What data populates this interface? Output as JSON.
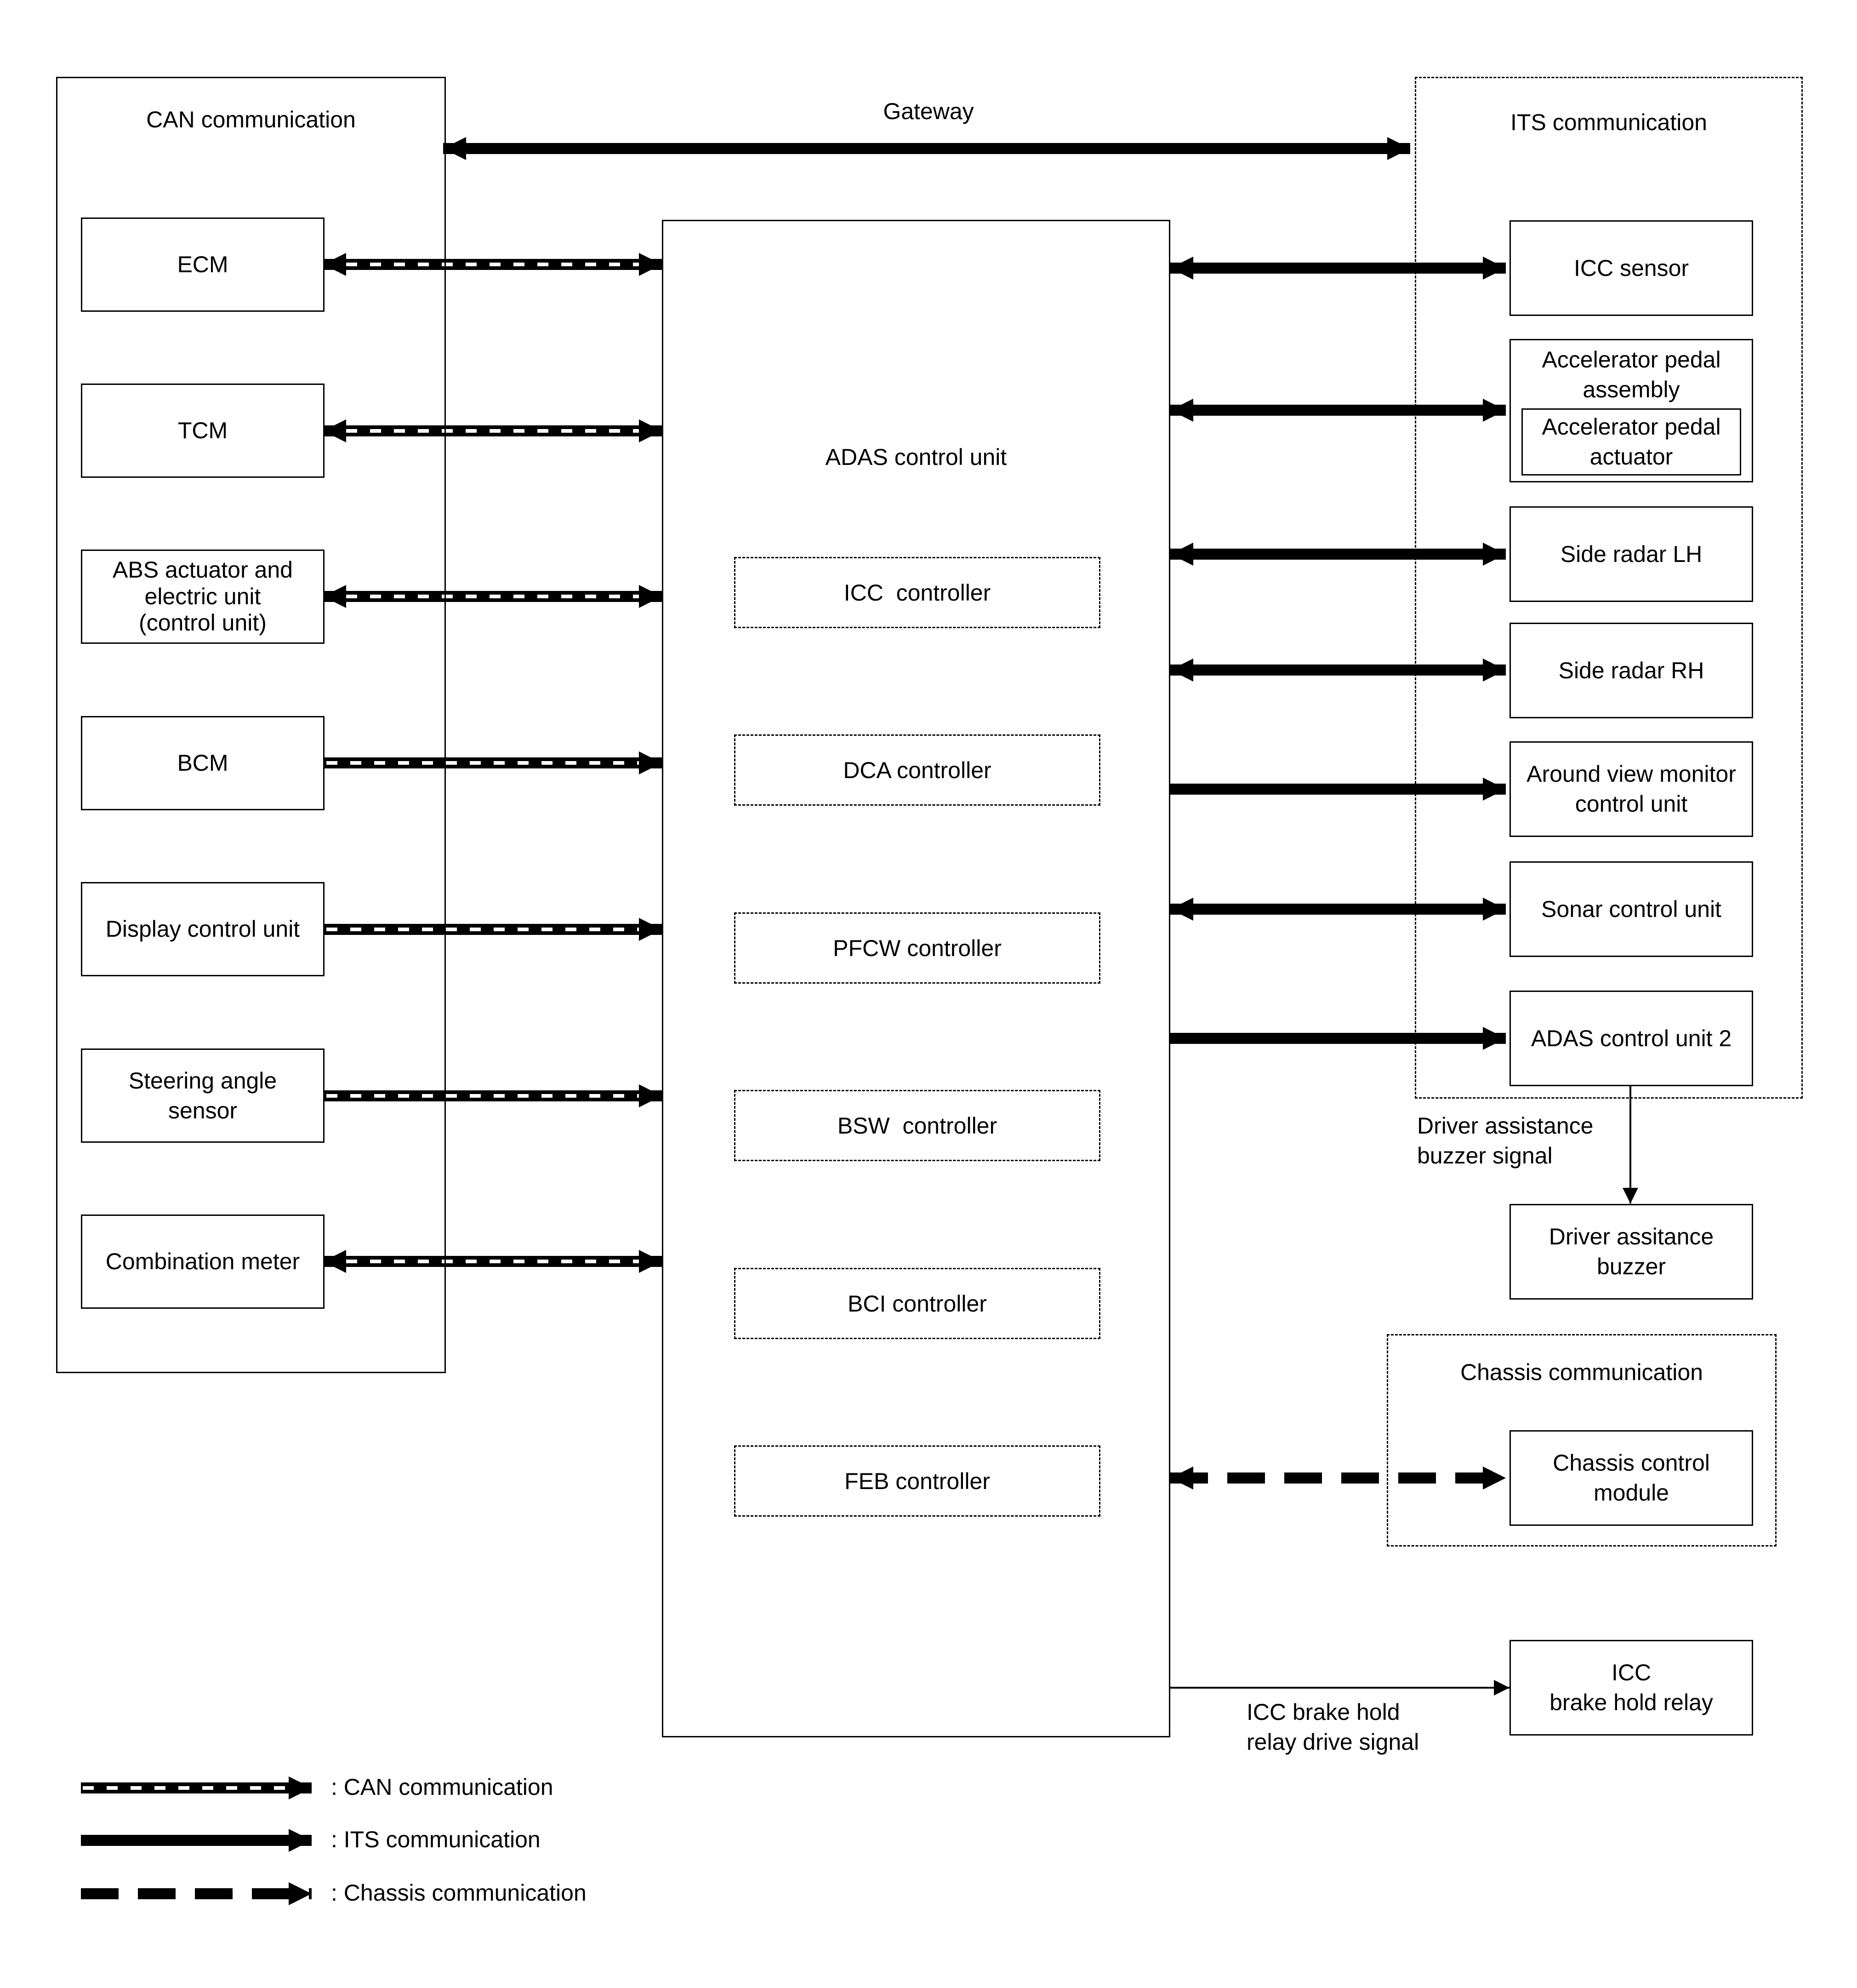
{
  "groups": {
    "can": "CAN communication",
    "gateway": "Gateway",
    "its": "ITS communication",
    "chassis": "Chassis communication"
  },
  "can_units": {
    "ecm": "ECM",
    "tcm": "TCM",
    "abs_1": "ABS actuator and",
    "abs_2": "electric unit",
    "abs_3": "(control unit)",
    "bcm": "BCM",
    "display": "Display control unit",
    "steering_1": "Steering angle",
    "steering_2": "sensor",
    "combination": "Combination meter"
  },
  "adas": {
    "title": "ADAS control unit",
    "controllers": [
      "ICC  controller",
      "DCA controller",
      "PFCW controller",
      "BSW  controller",
      "BCI controller",
      "FEB controller"
    ]
  },
  "its_units": {
    "icc_sensor": "ICC sensor",
    "accel_assembly_1": "Accelerator pedal",
    "accel_assembly_2": "assembly",
    "accel_actuator_1": "Accelerator pedal",
    "accel_actuator_2": "actuator",
    "side_radar_lh": "Side radar LH",
    "side_radar_rh": "Side radar RH",
    "avm_1": "Around view monitor",
    "avm_2": "control unit",
    "sonar": "Sonar control unit",
    "adas2": "ADAS control unit 2"
  },
  "buzzer": {
    "signal_1": "Driver assistance",
    "signal_2": "buzzer signal",
    "box_1": "Driver assitance",
    "box_2": "buzzer"
  },
  "chassis_units": {
    "module_1": "Chassis control",
    "module_2": "module"
  },
  "relay": {
    "signal_1": "ICC brake hold",
    "signal_2": "relay drive signal",
    "box_1": "ICC",
    "box_2": "brake hold relay"
  },
  "legend": {
    "can": ": CAN communication",
    "its": ": ITS communication",
    "chassis": ": Chassis communication"
  }
}
